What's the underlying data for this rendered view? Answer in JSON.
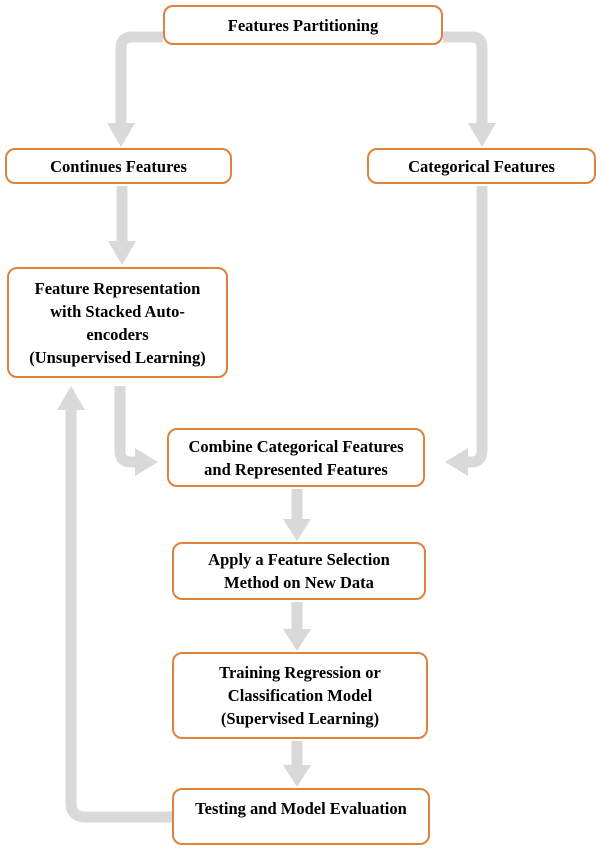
{
  "diagram": {
    "type": "flowchart",
    "nodes": [
      {
        "id": "features-partitioning",
        "label": "Features Partitioning"
      },
      {
        "id": "continues-features",
        "label": "Continues Features"
      },
      {
        "id": "categorical-features",
        "label": "Categorical Features"
      },
      {
        "id": "feature-representation",
        "label": "Feature Representation\nwith Stacked Auto-\nencoders\n(Unsupervised Learning)"
      },
      {
        "id": "combine-features",
        "label": "Combine Categorical Features\nand Represented Features"
      },
      {
        "id": "feature-selection",
        "label": "Apply a Feature Selection\nMethod on New Data"
      },
      {
        "id": "training-model",
        "label": "Training Regression or\nClassification Model\n(Supervised Learning)"
      },
      {
        "id": "testing-evaluation",
        "label": "Testing and Model Evaluation"
      }
    ],
    "edges": [
      {
        "from": "features-partitioning",
        "to": "continues-features",
        "type": "elbow-down"
      },
      {
        "from": "features-partitioning",
        "to": "categorical-features",
        "type": "elbow-down"
      },
      {
        "from": "continues-features",
        "to": "feature-representation",
        "type": "straight-down"
      },
      {
        "from": "feature-representation",
        "to": "combine-features",
        "type": "elbow-right"
      },
      {
        "from": "categorical-features",
        "to": "combine-features",
        "type": "elbow-left"
      },
      {
        "from": "combine-features",
        "to": "feature-selection",
        "type": "straight-down"
      },
      {
        "from": "feature-selection",
        "to": "training-model",
        "type": "straight-down"
      },
      {
        "from": "training-model",
        "to": "testing-evaluation",
        "type": "straight-down"
      },
      {
        "from": "testing-evaluation",
        "to": "feature-representation",
        "type": "feedback-up"
      }
    ]
  },
  "colors": {
    "box_border": "#E0813C",
    "box_fill": "#FFFFFF",
    "arrow": "#D9D9D9",
    "text": "#000000",
    "background": "#FFFFFF"
  }
}
